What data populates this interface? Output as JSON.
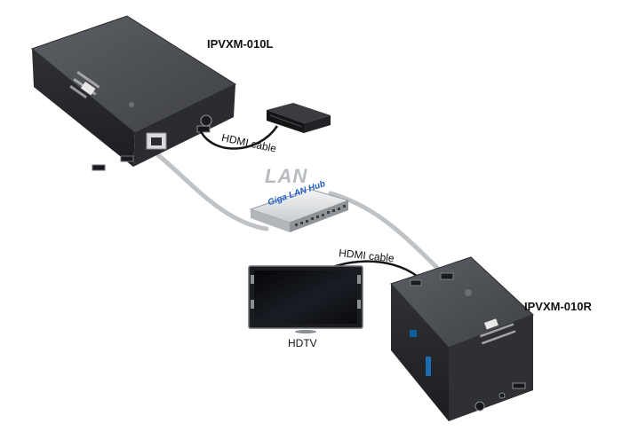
{
  "labels": {
    "transmitter": "IPVXM-010L",
    "receiver": "IPVXM-010R",
    "lan": "LAN",
    "hub": "Giga LAN Hub",
    "hdmi_cable_top": "HDMI cable",
    "hdmi_cable_bottom": "HDMI cable",
    "hdtv": "HDTV"
  },
  "colors": {
    "device_body": "#3b3d41",
    "device_top": "#55585d",
    "lan_cable": "#bfc3c6",
    "hdmi_cable": "#151515",
    "hub_label": "#1f5fc4",
    "lan_text": "#b8bcc0"
  },
  "icons": [
    "rj45-port-icon",
    "hdmi-port-icon",
    "power-led-icon",
    "brand-logo-icon"
  ]
}
